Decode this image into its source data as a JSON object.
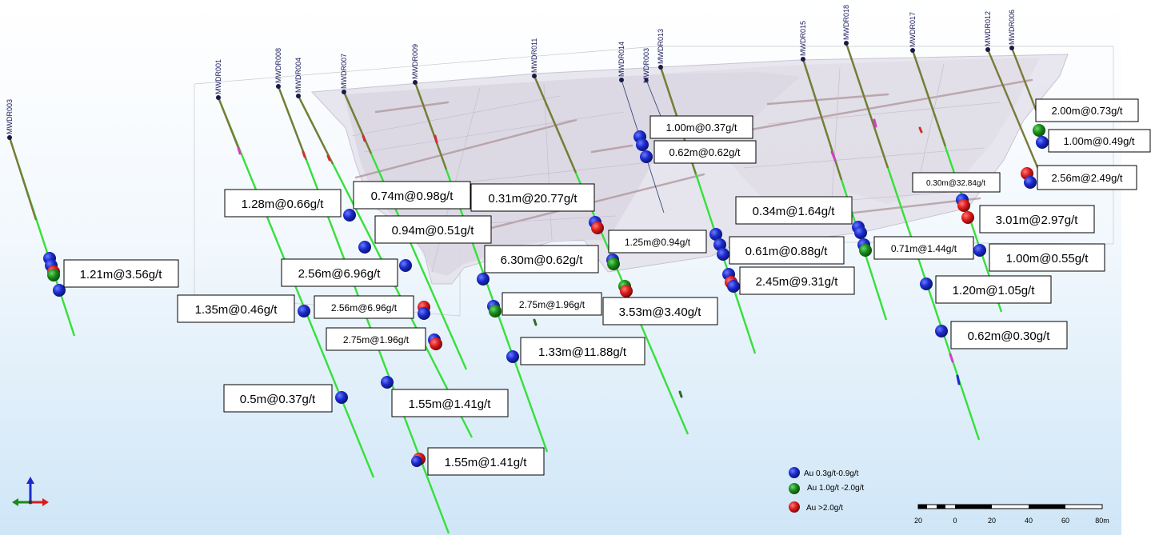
{
  "drillholes": [
    {
      "name": "MWDR003"
    },
    {
      "name": "MWDR001"
    },
    {
      "name": "MWDR008"
    },
    {
      "name": "MWDR004"
    },
    {
      "name": "MWDR007"
    },
    {
      "name": "MWDR009"
    },
    {
      "name": "MWDR011"
    },
    {
      "name": "MWDR014"
    },
    {
      "name": "MWDR003"
    },
    {
      "name": "MWDR013"
    },
    {
      "name": "MWDR015"
    },
    {
      "name": "MWDR018"
    },
    {
      "name": "MWDR017"
    },
    {
      "name": "MWDR012"
    },
    {
      "name": "MWDR006"
    }
  ],
  "intercepts": [
    {
      "text": "1.21m@3.56g/t"
    },
    {
      "text": "1.28m@0.66g/t"
    },
    {
      "text": "1.35m@0.46g/t"
    },
    {
      "text": "0.5m@0.37g/t"
    },
    {
      "text": "0.74m@0.98g/t"
    },
    {
      "text": "0.94m@0.51g/t"
    },
    {
      "text": "2.56m@6.96g/t"
    },
    {
      "text": "2.56m@6.96g/t"
    },
    {
      "text": "2.75m@1.96g/t"
    },
    {
      "text": "1.55m@1.41g/t"
    },
    {
      "text": "1.55m@1.41g/t"
    },
    {
      "text": "0.31m@20.77g/t"
    },
    {
      "text": "6.30m@0.62g/t"
    },
    {
      "text": "2.75m@1.96g/t"
    },
    {
      "text": "1.33m@11.88g/t"
    },
    {
      "text": "1.25m@0.94g/t"
    },
    {
      "text": "3.53m@3.40g/t"
    },
    {
      "text": "1.00m@0.37g/t"
    },
    {
      "text": "0.62m@0.62g/t"
    },
    {
      "text": "0.34m@1.64g/t"
    },
    {
      "text": "0.61m@0.88g/t"
    },
    {
      "text": "2.45m@9.31g/t"
    },
    {
      "text": "0.71m@1.44g/t"
    },
    {
      "text": "1.20m@1.05g/t"
    },
    {
      "text": "0.62m@0.30g/t"
    },
    {
      "text": "0.30m@32.84g/t"
    },
    {
      "text": "3.01m@2.97g/t"
    },
    {
      "text": "1.00m@0.55g/t"
    },
    {
      "text": "2.00m@0.73g/t"
    },
    {
      "text": "1.00m@0.49g/t"
    },
    {
      "text": "2.56m@2.49g/t"
    }
  ],
  "legend": [
    {
      "label": "Au 0.3g/t-0.9g/t",
      "color": "#1a2acc"
    },
    {
      "label": "Au 1.0g/t -2.0g/t",
      "color": "#1a8a1a"
    },
    {
      "label": "Au >2.0g/t",
      "color": "#dd1a1a"
    }
  ],
  "scale_bar": {
    "ticks": [
      "20",
      "0",
      "20",
      "40",
      "60",
      "80m"
    ]
  },
  "colors": {
    "trace": "#35e03a",
    "trace_upper": "#7a7a3a",
    "blue": "#1a2acc",
    "green": "#1a8a1a",
    "red": "#dd1a1a",
    "background_top": "#ffffff",
    "background_bottom": "#cfe6f7"
  },
  "icons": {
    "axis_triad": "axis-triad-icon"
  }
}
